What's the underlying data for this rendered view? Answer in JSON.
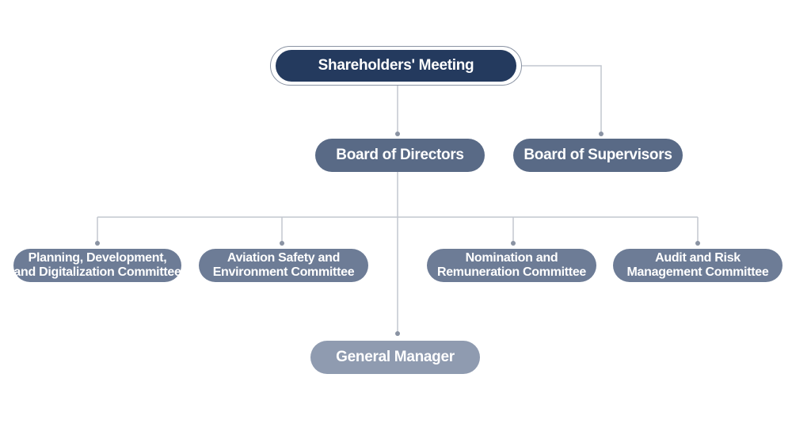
{
  "org_chart": {
    "shareholders": "Shareholders' Meeting",
    "board_of_directors": "Board of Directors",
    "board_of_supervisors": "Board of Supervisors",
    "committees": [
      "Planning, Development,\nand Digitalization Committee",
      "Aviation Safety and\nEnvironment Committee",
      "Nomination and\nRemuneration Committee",
      "Audit and Risk\nManagement Committee"
    ],
    "general_manager": "General Manager"
  },
  "colors": {
    "top_node": "#243a5e",
    "level2_node": "#596a86",
    "committee_node": "#6d7c96",
    "general_manager_node": "#8f9bb0",
    "connector": "#c2c7cf",
    "connector_dot": "#8a93a3"
  }
}
